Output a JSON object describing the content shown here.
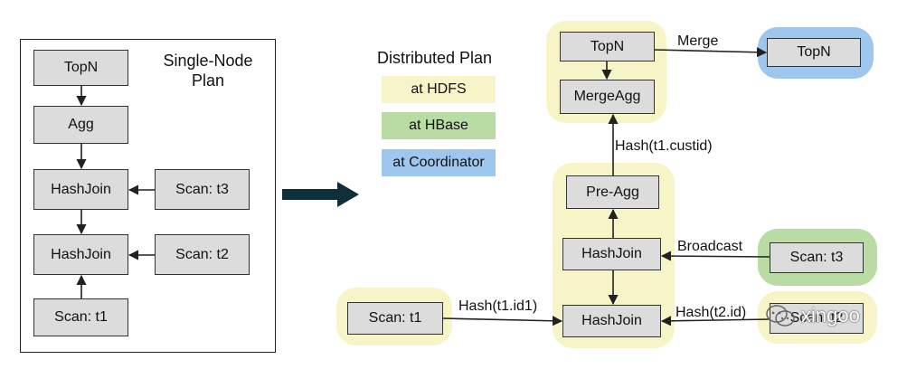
{
  "single_node_plan": {
    "title_line1": "Single-Node",
    "title_line2": "Plan",
    "nodes": {
      "topn": "TopN",
      "agg": "Agg",
      "hashjoin_upper": "HashJoin",
      "hashjoin_lower": "HashJoin",
      "scan_t3": "Scan: t3",
      "scan_t2": "Scan: t2",
      "scan_t1": "Scan: t1"
    }
  },
  "legend": {
    "title": "Distributed Plan",
    "items": [
      {
        "label": "at HDFS",
        "color": "#f7f4c8"
      },
      {
        "label": "at HBase",
        "color": "#b9dca5"
      },
      {
        "label": "at Coordinator",
        "color": "#9fc7ee"
      }
    ]
  },
  "distributed_plan": {
    "nodes": {
      "topn_hdfs": "TopN",
      "mergeagg": "MergeAgg",
      "topn_coord": "TopN",
      "preagg": "Pre-Agg",
      "hashjoin_upper": "HashJoin",
      "hashjoin_lower": "HashJoin",
      "scan_t3": "Scan: t3",
      "scan_t2": "Scan: t2",
      "scan_t1": "Scan: t1"
    },
    "edge_labels": {
      "merge": "Merge",
      "hash_custid": "Hash(t1.custid)",
      "broadcast": "Broadcast",
      "hash_id1": "Hash(t1.id1)",
      "hash_id2": "Hash(t2.id)"
    }
  },
  "watermark": {
    "text": "xingoo",
    "icon": "wechat-icon"
  },
  "colors": {
    "node_fill": "#dcdcdc",
    "hdfs": "#f7f4c8",
    "hbase": "#b9dca5",
    "coordinator": "#9fc7ee",
    "transition_arrow": "#0f2f3a"
  }
}
